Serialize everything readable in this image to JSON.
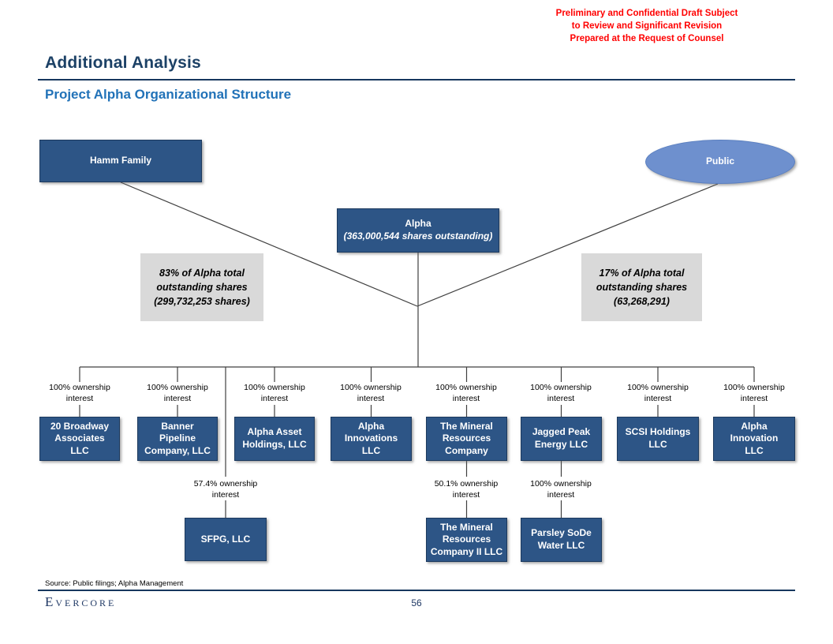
{
  "disclaimer_lines": [
    "Preliminary and Confidential Draft Subject",
    "to Review and Significant Revision",
    "Prepared at the Request of Counsel"
  ],
  "header": {
    "title": "Additional Analysis",
    "subtitle": "Project Alpha Organizational Structure"
  },
  "org": {
    "owners": {
      "hamm_family": "Hamm Family",
      "public": "Public"
    },
    "alpha": {
      "name": "Alpha",
      "shares": "(363,000,544 shares outstanding)"
    },
    "notes": {
      "left": [
        "83% of Alpha total",
        "outstanding shares",
        "(299,732,253 shares)"
      ],
      "right": [
        "17% of Alpha total",
        "outstanding shares",
        "(63,268,291)"
      ]
    },
    "subsidiaries": [
      {
        "name": [
          "20 Broadway",
          "Associates",
          "LLC"
        ],
        "ownership": "100% ownership interest"
      },
      {
        "name": [
          "Banner",
          "Pipeline",
          "Company, LLC"
        ],
        "ownership": "100% ownership interest"
      },
      {
        "name": [
          "Alpha Asset",
          "Holdings, LLC"
        ],
        "ownership": "100% ownership interest"
      },
      {
        "name": [
          "Alpha",
          "Innovations",
          "LLC"
        ],
        "ownership": "100% ownership interest"
      },
      {
        "name": [
          "The Mineral",
          "Resources",
          "Company"
        ],
        "ownership": "100% ownership interest"
      },
      {
        "name": [
          "Jagged Peak",
          "Energy LLC"
        ],
        "ownership": "100% ownership interest"
      },
      {
        "name": [
          "SCSI Holdings",
          "LLC"
        ],
        "ownership": "100% ownership interest"
      },
      {
        "name": [
          "Alpha",
          "Innovation",
          "LLC"
        ],
        "ownership": "100% ownership interest"
      }
    ],
    "level2": [
      {
        "name": [
          "SFPG, LLC"
        ],
        "ownership": "57.4% ownership interest"
      },
      {
        "name": [
          "The Mineral",
          "Resources",
          "Company II LLC"
        ],
        "ownership": "50.1% ownership interest"
      },
      {
        "name": [
          "Parsley SoDe",
          "Water LLC"
        ],
        "ownership": "100% ownership interest"
      }
    ]
  },
  "footer": {
    "source": "Source: Public filings; Alpha Management",
    "brand": "Evercore",
    "page_number": "56"
  },
  "colors": {
    "node_navy": "#2d5586",
    "public_blue": "#6e90ce",
    "note_gray": "#d9d9d9",
    "disclaimer_red": "#ff0000",
    "title_navy": "#1c4166",
    "subtitle_blue": "#2172b8",
    "connector_gray": "#404040"
  }
}
